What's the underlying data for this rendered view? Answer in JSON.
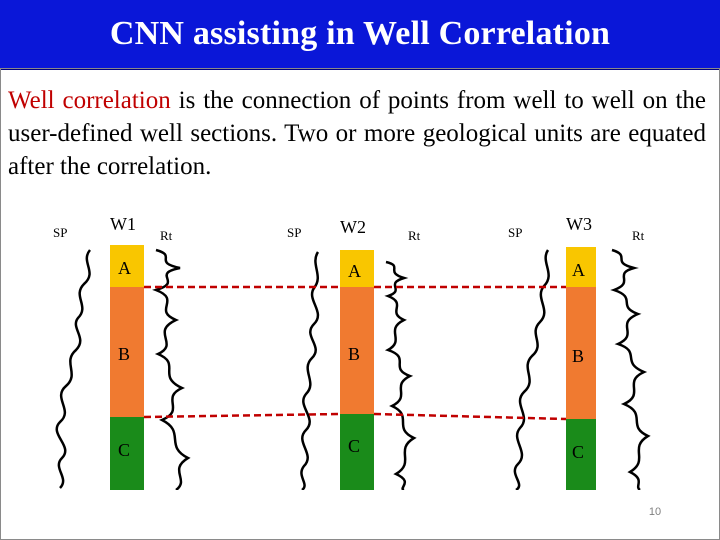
{
  "slide": {
    "title": "CNN assisting in Well Correlation",
    "paragraph_highlight": "Well correlation",
    "paragraph_rest": " is the connection of points from well to well on the user-defined well sections. Two or more geological units are equated after the correlation.",
    "page_number": "10"
  },
  "colors": {
    "title_bar": "#0a17d8",
    "unit_a": "#f9c600",
    "unit_b": "#f07a30",
    "unit_c": "#1a8b1a",
    "correlation_line": "#c00000",
    "highlight_text": "#c00000"
  },
  "wells": [
    {
      "name": "W1",
      "sp_label": "SP",
      "rt_label": "Rt",
      "units": [
        "A",
        "B",
        "C"
      ]
    },
    {
      "name": "W2",
      "sp_label": "SP",
      "rt_label": "Rt",
      "units": [
        "A",
        "B",
        "C"
      ]
    },
    {
      "name": "W3",
      "sp_label": "SP",
      "rt_label": "Rt",
      "units": [
        "A",
        "B",
        "C"
      ]
    }
  ]
}
